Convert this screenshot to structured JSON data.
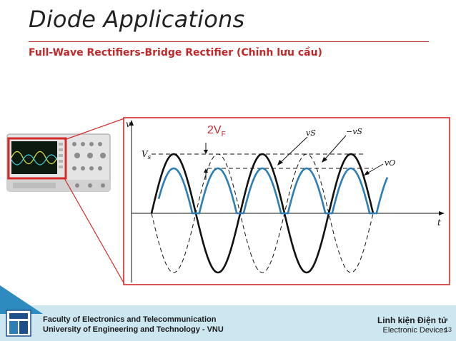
{
  "slide": {
    "title": "Diode Applications",
    "subtitle": "Full-Wave Rectifiers-Bridge Rectifier (Chỉnh lưu cầu)"
  },
  "figure": {
    "axis_v": "v",
    "axis_t": "t",
    "vs_label": "Vs",
    "vs_label_sub": "s",
    "vs_curve_label": "vS",
    "minus_vs_label": "−vS",
    "vo_label": "vO",
    "drop_label": "2V",
    "drop_label_sub": "F",
    "colors": {
      "frame": "#d42a2a",
      "input": "#111111",
      "output": "#2d7db6"
    }
  },
  "footer": {
    "faculty_line1": "Faculty of Electronics and Telecommunication",
    "faculty_line2": "University of Engineering and Technology - VNU",
    "course_vi": "Linh kiện Điện tử",
    "course_en": "Electronic Devices",
    "page": "13"
  }
}
